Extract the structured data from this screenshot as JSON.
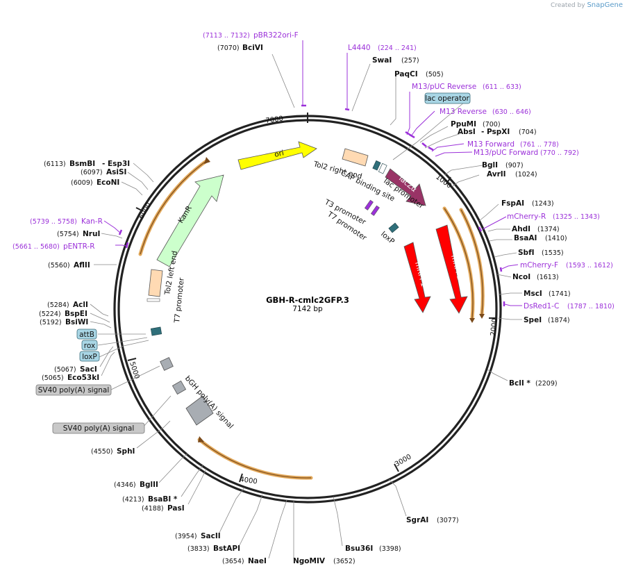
{
  "credit": {
    "prefix": "Created by",
    "brand": "SnapGene"
  },
  "plasmid": {
    "name": "GBH-R-cmlc2GFP.3",
    "length": "7142 bp"
  },
  "ticks": [
    "1000",
    "2000",
    "3000",
    "4000",
    "5000",
    "6000",
    "7000"
  ],
  "enzymes": [
    {
      "id": "bcivi",
      "name": "BciVI",
      "pos": "(7070)"
    },
    {
      "id": "swai",
      "name": "SwaI",
      "pos": "(257)"
    },
    {
      "id": "paqci",
      "name": "PaqCI",
      "pos": "(505)"
    },
    {
      "id": "ppumi",
      "name": "PpuMI",
      "pos": "(700)"
    },
    {
      "id": "absi",
      "name": "AbsI",
      "pos": ""
    },
    {
      "id": "pspxi",
      "name": "- PspXI",
      "pos": "(704)"
    },
    {
      "id": "bgli",
      "name": "BglI",
      "pos": "(907)"
    },
    {
      "id": "avrii",
      "name": "AvrII",
      "pos": "(1024)"
    },
    {
      "id": "fspai",
      "name": "FspAI",
      "pos": "(1243)"
    },
    {
      "id": "ahdi",
      "name": "AhdI",
      "pos": "(1374)"
    },
    {
      "id": "bsaai",
      "name": "BsaAI",
      "pos": "(1410)"
    },
    {
      "id": "sbfi",
      "name": "SbfI",
      "pos": "(1535)"
    },
    {
      "id": "ncoi",
      "name": "NcoI",
      "pos": "(1613)"
    },
    {
      "id": "msci",
      "name": "MscI",
      "pos": "(1741)"
    },
    {
      "id": "spei",
      "name": "SpeI",
      "pos": "(1874)"
    },
    {
      "id": "bcli",
      "name": "BclI *",
      "pos": "(2209)"
    },
    {
      "id": "sgrai",
      "name": "SgrAI",
      "pos": "(3077)"
    },
    {
      "id": "bsu36i",
      "name": "Bsu36I",
      "pos": "(3398)"
    },
    {
      "id": "ngomiv",
      "name": "NgoMIV",
      "pos": "(3652)"
    },
    {
      "id": "naei",
      "name": "NaeI",
      "pos": "(3654)"
    },
    {
      "id": "bstapi",
      "name": "BstAPI",
      "pos": "(3833)"
    },
    {
      "id": "sacii",
      "name": "SacII",
      "pos": "(3954)"
    },
    {
      "id": "pasi",
      "name": "PasI",
      "pos": "(4188)"
    },
    {
      "id": "bsabi",
      "name": "BsaBI *",
      "pos": "(4213)"
    },
    {
      "id": "bglii",
      "name": "BglII",
      "pos": "(4346)"
    },
    {
      "id": "sphi",
      "name": "SphI",
      "pos": "(4550)"
    },
    {
      "id": "eco53ki",
      "name": "Eco53kI",
      "pos": "(5065)"
    },
    {
      "id": "saci",
      "name": "SacI",
      "pos": "(5067)"
    },
    {
      "id": "bsiwi",
      "name": "BsiWI",
      "pos": "(5192)"
    },
    {
      "id": "bspei",
      "name": "BspEI",
      "pos": "(5224)"
    },
    {
      "id": "acli",
      "name": "AclI",
      "pos": "(5284)"
    },
    {
      "id": "aflii",
      "name": "AflII",
      "pos": "(5560)"
    },
    {
      "id": "nrui",
      "name": "NruI",
      "pos": "(5754)"
    },
    {
      "id": "econi",
      "name": "EcoNI",
      "pos": "(6009)"
    },
    {
      "id": "asisi",
      "name": "AsiSI",
      "pos": "(6097)"
    },
    {
      "id": "bsmbi",
      "name": "BsmBI",
      "pos": "(6113)"
    },
    {
      "id": "esp3i",
      "name": "- Esp3I",
      "pos": ""
    }
  ],
  "primers": [
    {
      "id": "pbr322ori",
      "name": "pBR322ori-F",
      "pos": "(7113 .. 7132)"
    },
    {
      "id": "l4440",
      "name": "L4440",
      "pos": "(224 .. 241)"
    },
    {
      "id": "m13puc-rev",
      "name": "M13/pUC Reverse",
      "pos": "(611 .. 633)"
    },
    {
      "id": "m13-rev",
      "name": "M13 Reverse",
      "pos": "(630 .. 646)"
    },
    {
      "id": "m13-fwd",
      "name": "M13 Forward",
      "pos": "(761 .. 778)"
    },
    {
      "id": "m13puc-fwd",
      "name": "M13/pUC Forward",
      "pos": "(770 .. 792)"
    },
    {
      "id": "mcherry-r",
      "name": "mCherry-R",
      "pos": "(1325 .. 1343)"
    },
    {
      "id": "mcherry-f",
      "name": "mCherry-F",
      "pos": "(1593 .. 1612)"
    },
    {
      "id": "dsred1-c",
      "name": "DsRed1-C",
      "pos": "(1787 .. 1810)"
    },
    {
      "id": "kan-r",
      "name": "Kan-R",
      "pos": "(5739 .. 5758)"
    },
    {
      "id": "pentr-r",
      "name": "pENTR-R",
      "pos": "(5661 .. 5680)"
    }
  ],
  "features": {
    "ori": "ori",
    "kanr": "KanR",
    "lacza": "lacZα",
    "mrfp1_a": "mRFP1",
    "mrfp1_b": "mRFP1",
    "tol2_right": "Tol2 right end",
    "cap_site": "CAP binding site",
    "lac_promoter": "lac promoter",
    "t3_promoter": "T3 promoter",
    "t7_promoter_a": "T7 promoter",
    "loxp_inner": "loxP",
    "tol2_left": "Tol2 left end",
    "t7_promoter_b": "T7 promoter",
    "bgh": "bGH poly(A) signal",
    "lac_operator": "lac operator",
    "attb": "attB",
    "rox": "rox",
    "loxp_box": "loxP",
    "sv40_a": "SV40 poly(A) signal",
    "sv40_b": "SV40 poly(A) signal"
  },
  "colors": {
    "ori": "#ffff00",
    "kanr": "#ccffcc",
    "lacza": "#993366",
    "mrfp1": "#ff0000",
    "orf_outline": "#f5c27a",
    "primer": "#9b30d9",
    "tol2": "#ffdab3",
    "teal": "#2f6f7a",
    "grey_box": "#a8adb3"
  }
}
